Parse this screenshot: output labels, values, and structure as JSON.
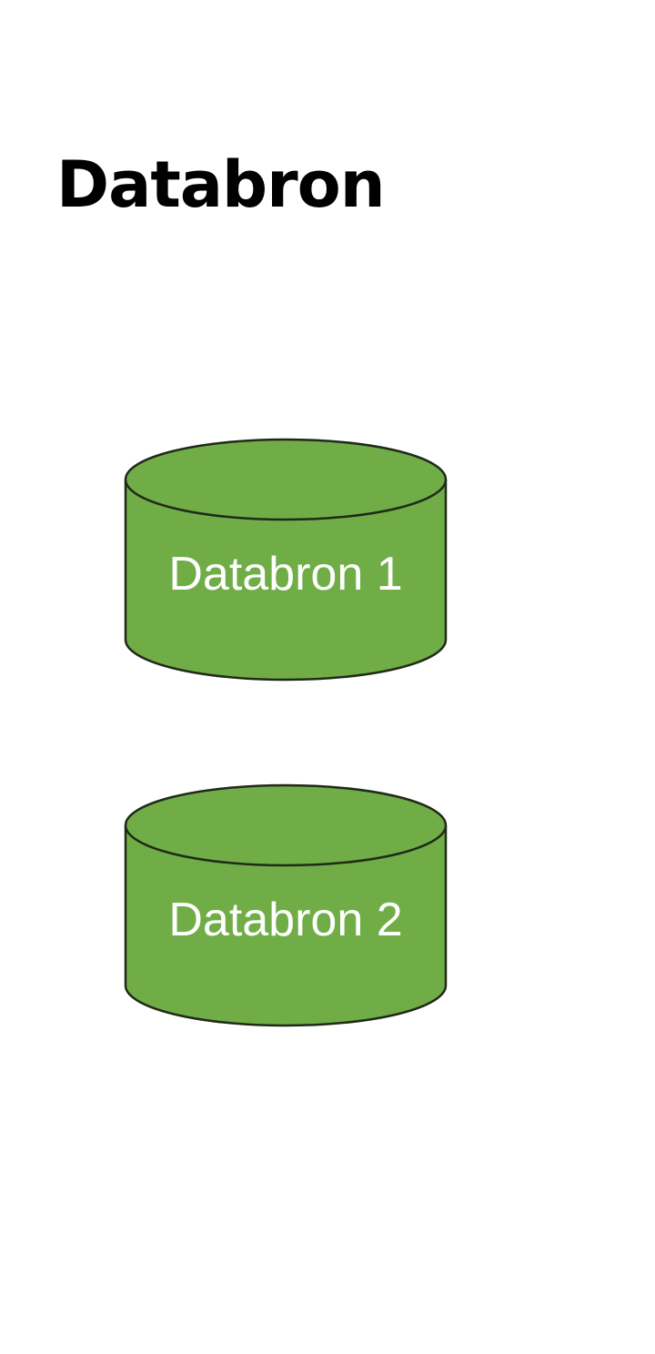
{
  "page": {
    "title": "Databron"
  },
  "colors": {
    "cylinder_fill": "#70AD47",
    "cylinder_stroke": "#1f2a17",
    "label_text": "#ffffff",
    "title_text": "#000000",
    "background": "#ffffff"
  },
  "diagram": {
    "nodes": [
      {
        "shape": "cylinder",
        "icon": "database-cylinder-icon",
        "label": "Databron 1"
      },
      {
        "shape": "cylinder",
        "icon": "database-cylinder-icon",
        "label": "Databron 2"
      }
    ]
  }
}
